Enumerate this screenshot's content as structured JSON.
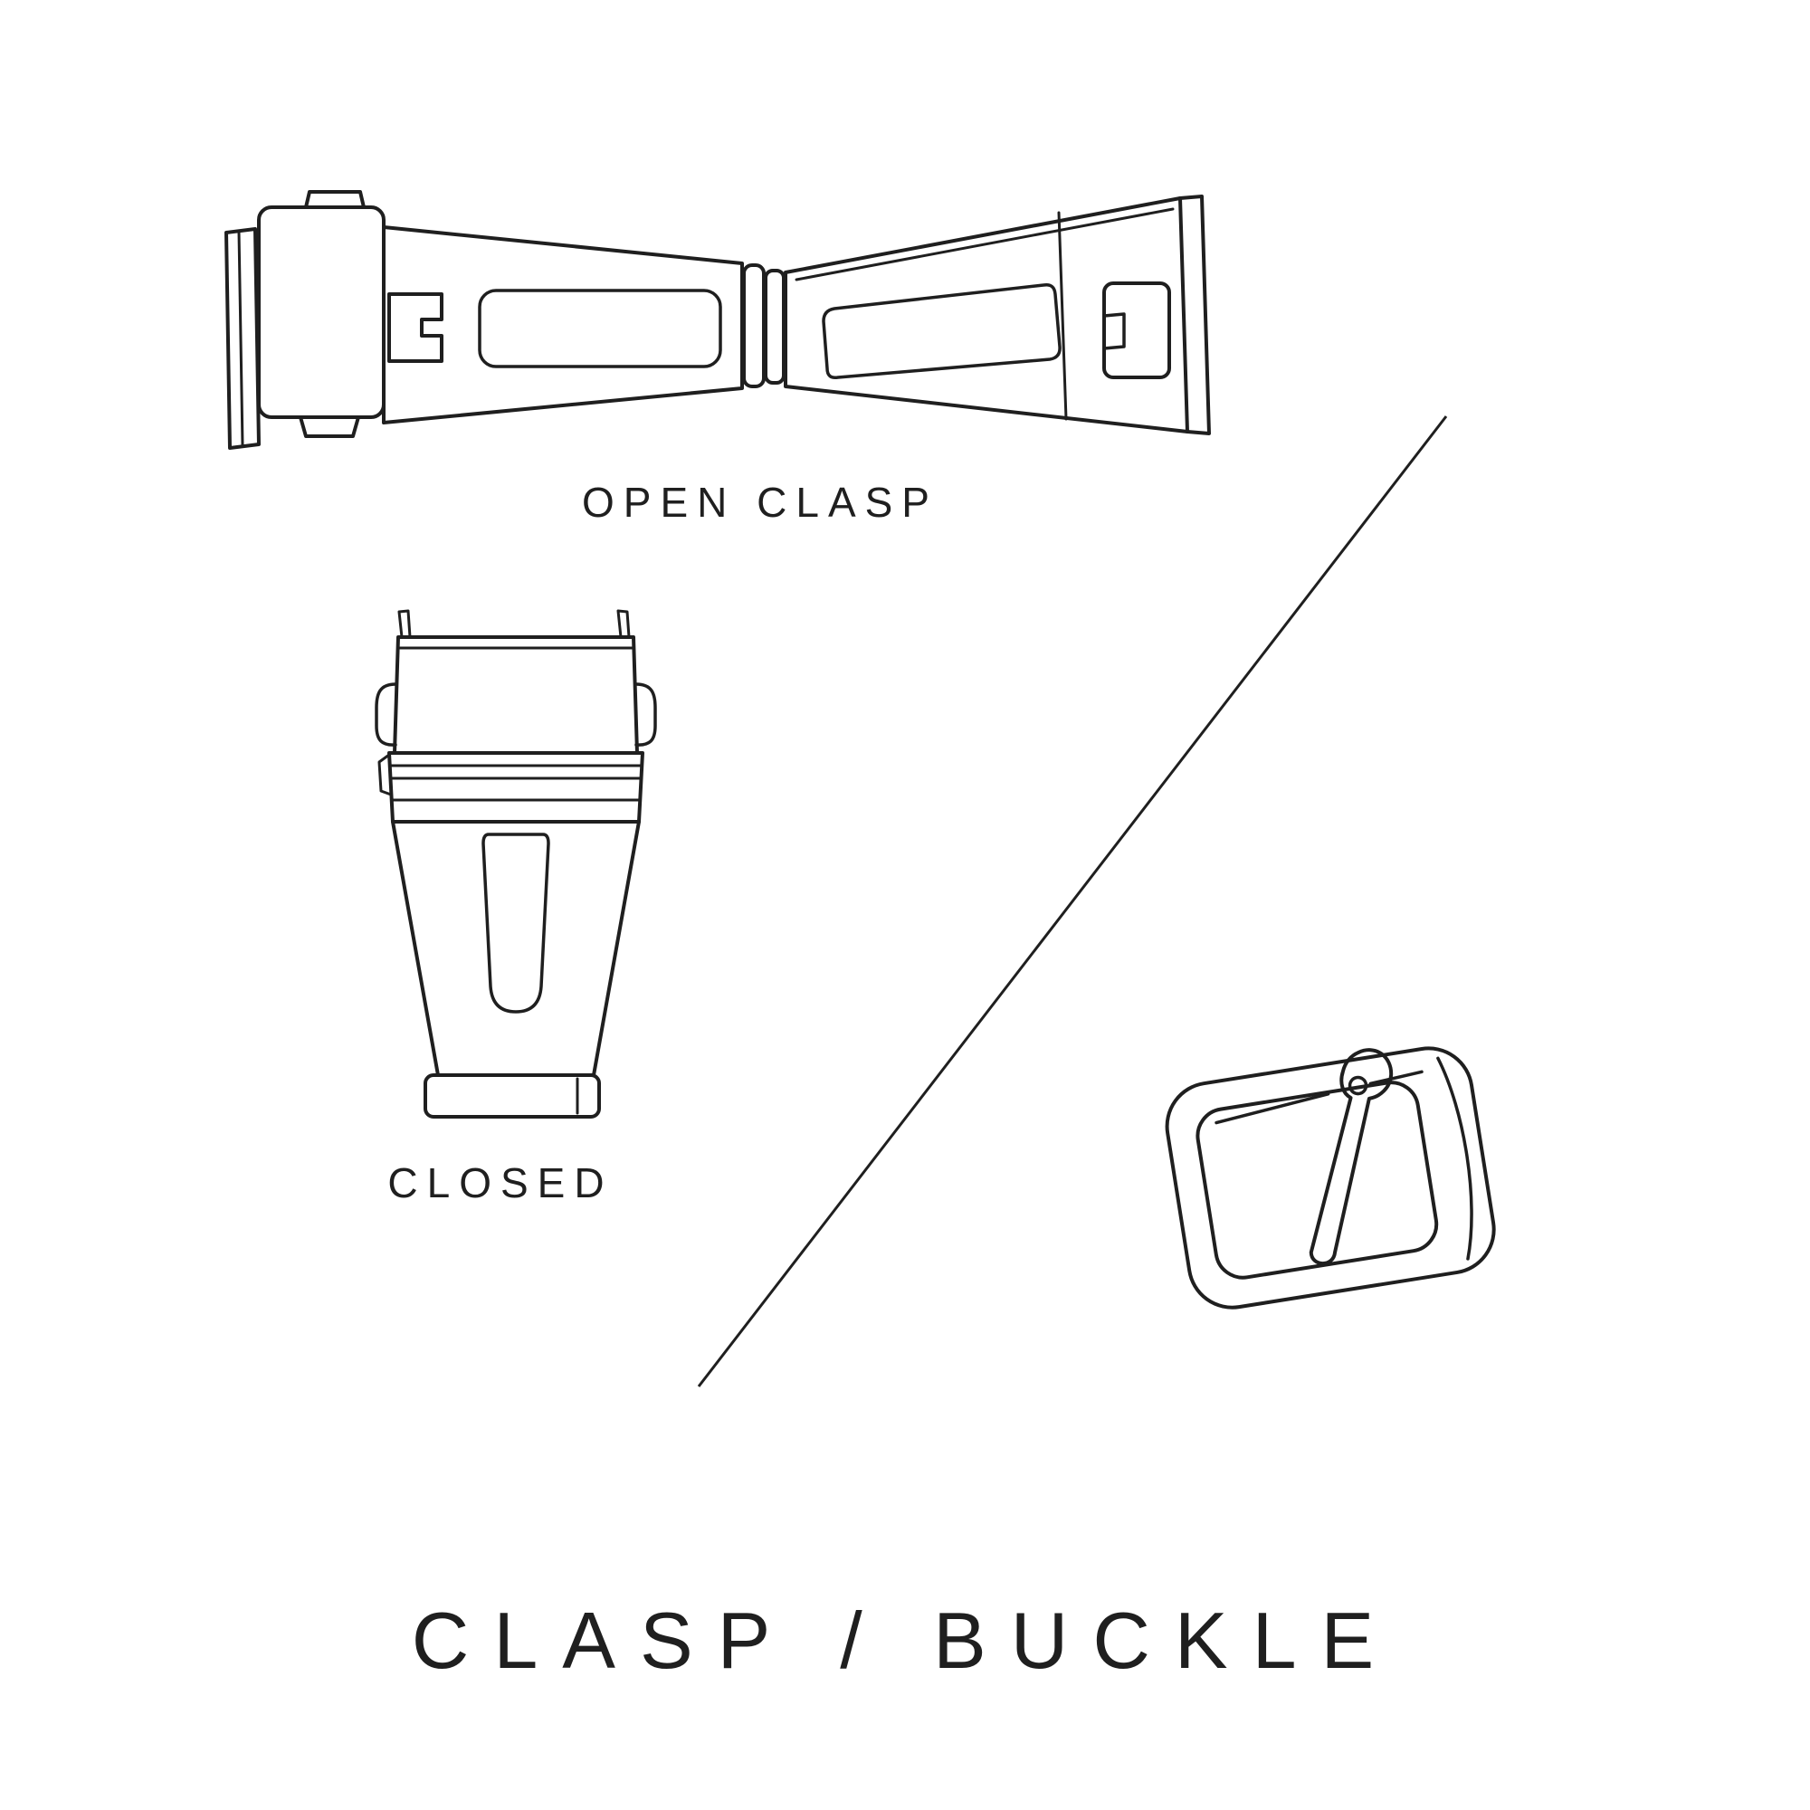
{
  "page": {
    "background_color": "#ffffff",
    "line_color": "#1f1f1f"
  },
  "labels": {
    "open_clasp": "OPEN CLASP",
    "closed": "CLOSED",
    "title": "CLASP / BUCKLE"
  },
  "illustrations": {
    "open_clasp": "open-clasp-line-drawing",
    "closed_clasp": "closed-clasp-line-drawing",
    "buckle": "tang-buckle-line-drawing",
    "divider": "diagonal-divider-line"
  }
}
